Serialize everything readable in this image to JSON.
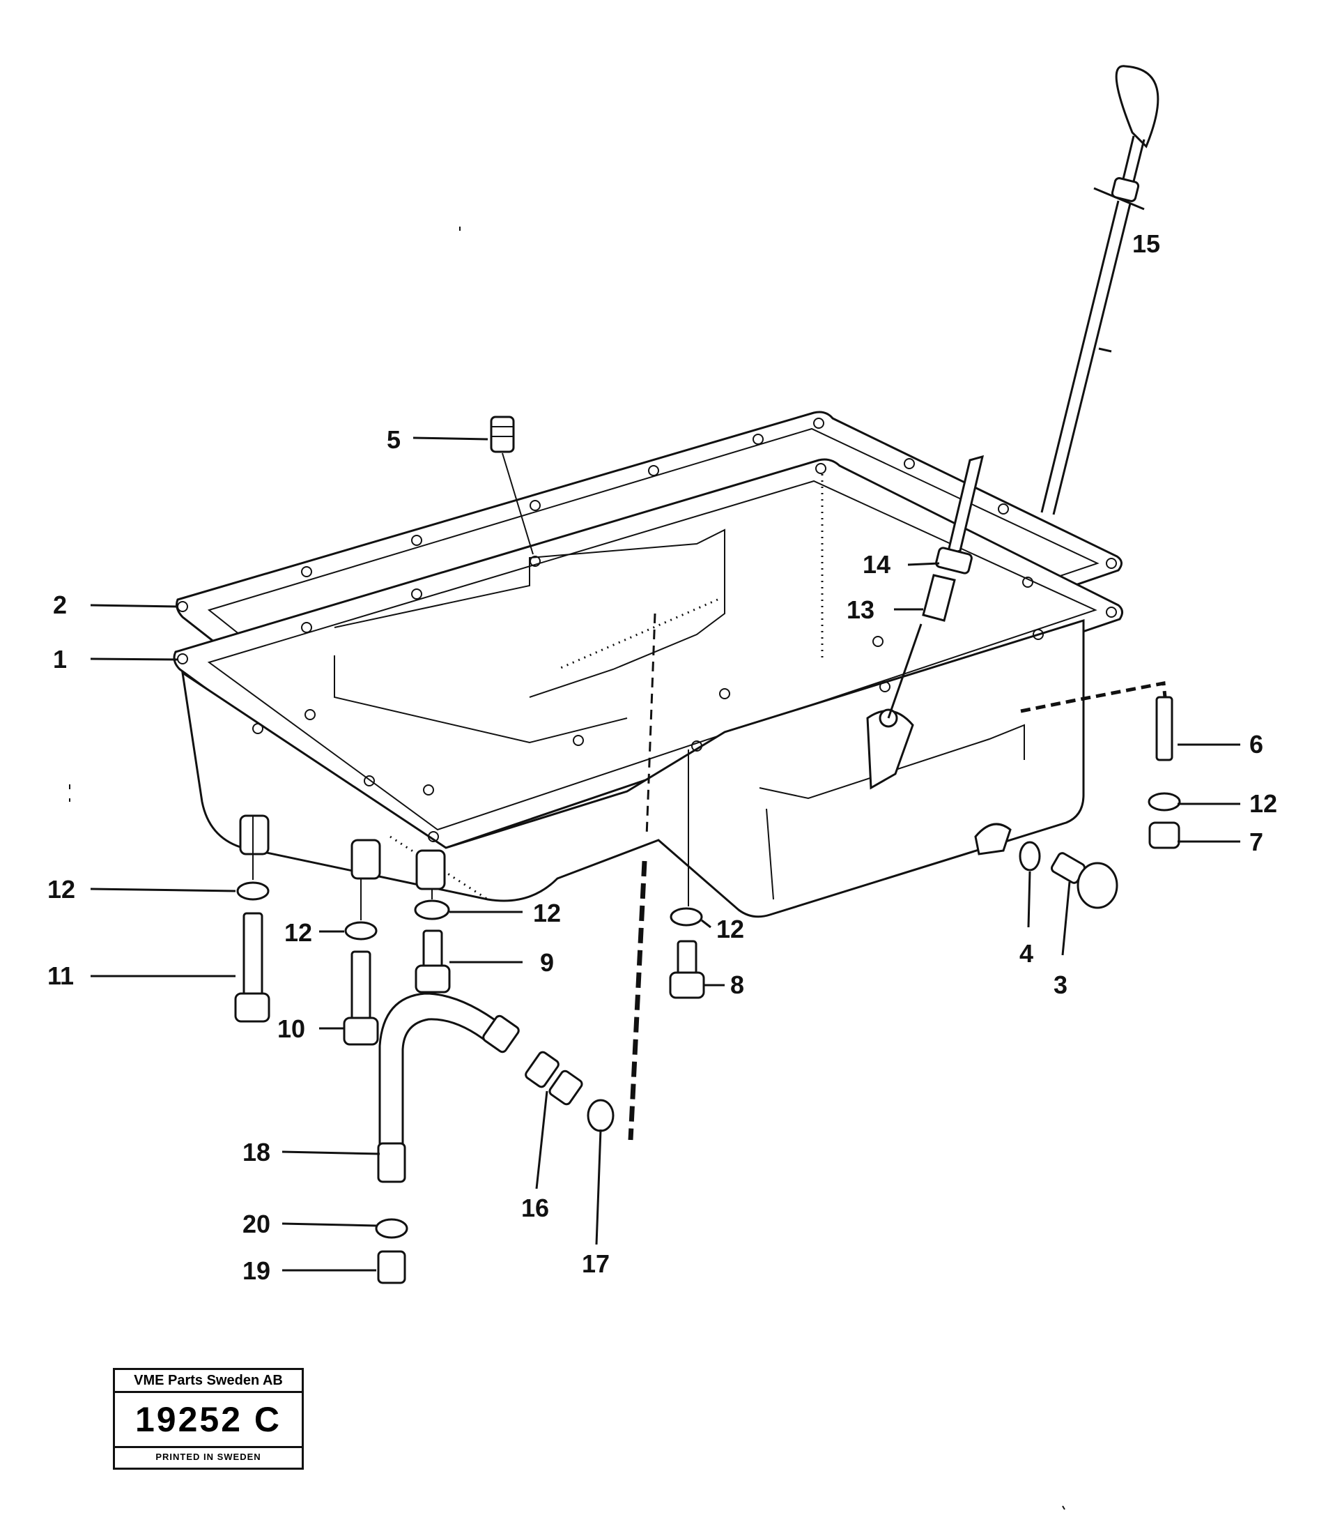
{
  "callouts": {
    "c1": "1",
    "c2": "2",
    "c3": "3",
    "c4": "4",
    "c5": "5",
    "c6": "6",
    "c7": "7",
    "c8": "8",
    "c9": "9",
    "c10": "10",
    "c11": "11",
    "c12a": "12",
    "c12b": "12",
    "c12c": "12",
    "c12d": "12",
    "c12e": "12",
    "c13": "13",
    "c14": "14",
    "c15": "15",
    "c16": "16",
    "c17": "17",
    "c18": "18",
    "c19": "19",
    "c20": "20"
  },
  "stamp": {
    "company": "VME Parts Sweden AB",
    "drawing_number": "19252 C",
    "printed": "PRINTED IN SWEDEN"
  }
}
